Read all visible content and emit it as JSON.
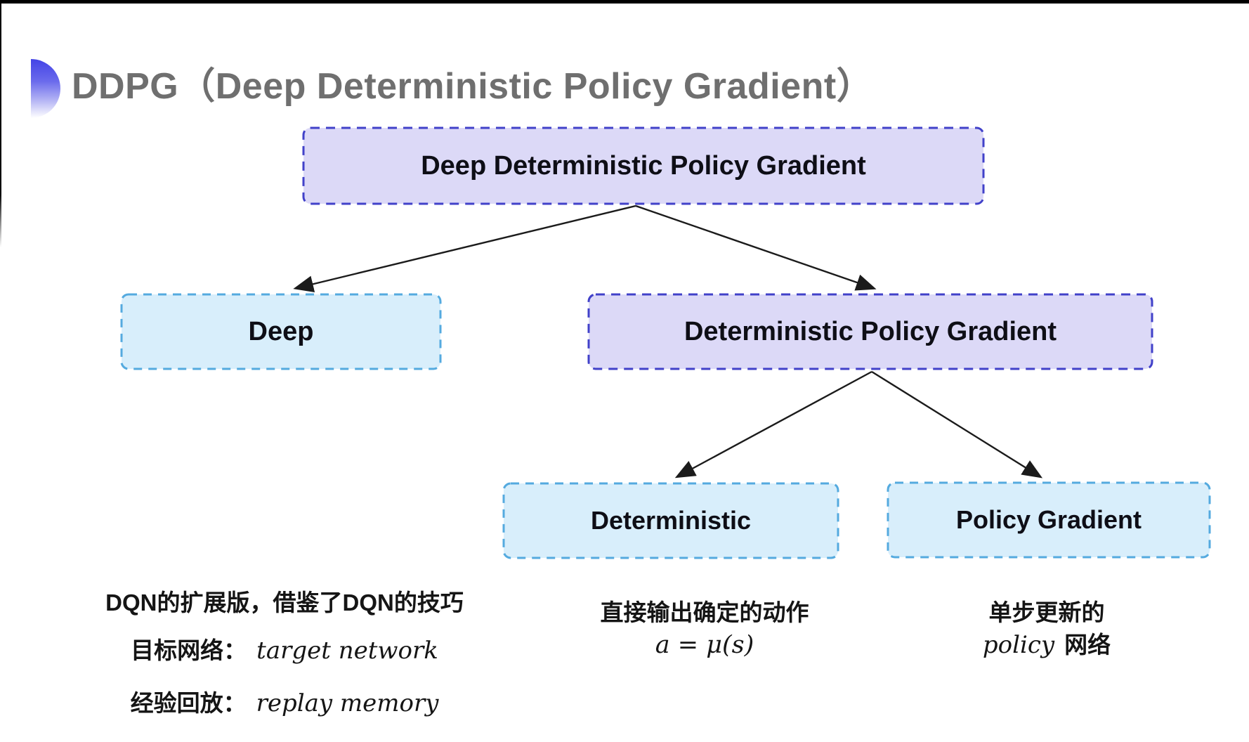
{
  "title": {
    "text": "DDPG（Deep Deterministic Policy Gradient）"
  },
  "diagram": {
    "nodes": {
      "root": {
        "label": "Deep Deterministic Policy Gradient",
        "variant": "purple"
      },
      "deep": {
        "label": "Deep",
        "variant": "cyan"
      },
      "dpg": {
        "label": "Deterministic Policy Gradient",
        "variant": "purple"
      },
      "deterministic": {
        "label": "Deterministic",
        "variant": "cyan"
      },
      "policy_gradient": {
        "label": "Policy Gradient",
        "variant": "cyan"
      }
    },
    "edges": [
      {
        "from": "root",
        "to": "deep"
      },
      {
        "from": "root",
        "to": "dpg"
      },
      {
        "from": "dpg",
        "to": "deterministic"
      },
      {
        "from": "dpg",
        "to": "policy_gradient"
      }
    ]
  },
  "annotations": {
    "deep": {
      "line1": "DQN的扩展版，借鉴了DQN的技巧",
      "line2_label": "目标网络：",
      "line2_term": "target network",
      "line3_label": "经验回放：",
      "line3_term": "replay memory"
    },
    "deterministic": {
      "line1": "直接输出确定的动作",
      "formula": "a = μ(s)"
    },
    "policy_gradient": {
      "line1": "单步更新的",
      "line2_term": "policy",
      "line2_label": "网络"
    }
  },
  "colors": {
    "purple_fill": "#dcd9f7",
    "purple_border": "#4141c9",
    "cyan_fill": "#d8eefb",
    "cyan_border": "#54aadf",
    "arrow": "#1b1b1b",
    "title_gray": "#6f6f6f",
    "bullet_blue": "#4343e6"
  }
}
